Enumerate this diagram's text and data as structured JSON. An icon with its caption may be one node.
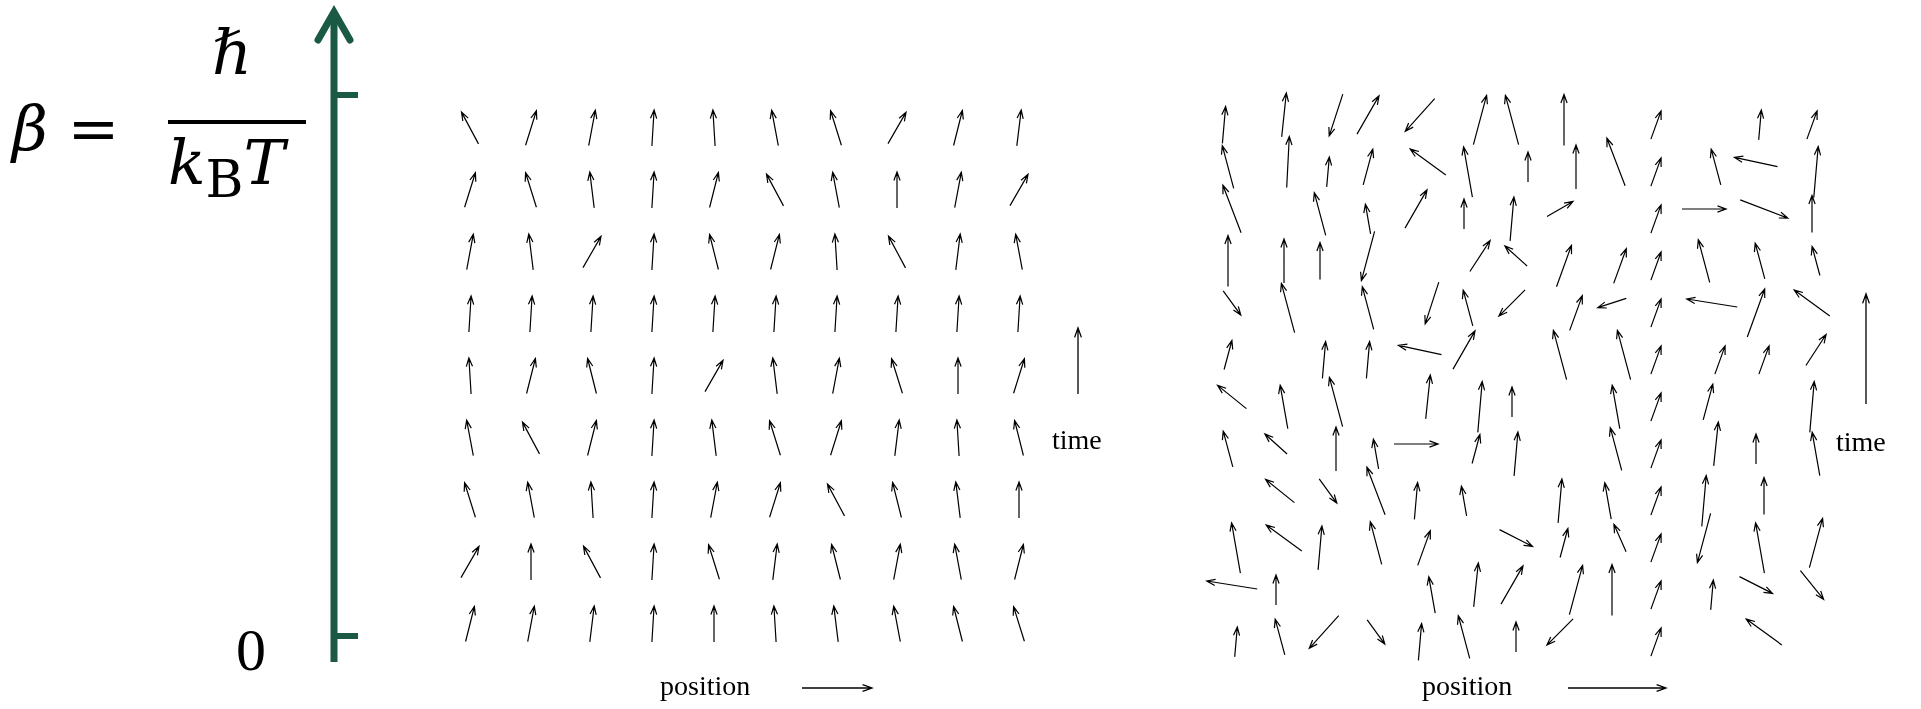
{
  "diagram": {
    "labels": [
      "*β* =",
      "ℏ",
      "*k*$_{B}$*T*",
      "0",
      "time",
      "position",
      "time",
      "position"
    ]
  }
}
